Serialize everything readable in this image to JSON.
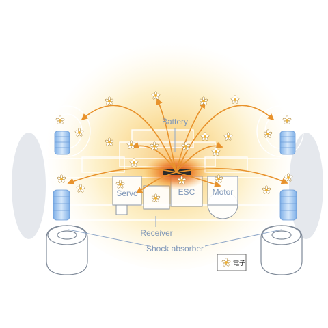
{
  "labels": {
    "battery": "Battery",
    "servo": "Servo",
    "esc": "ESC",
    "motor": "Motor",
    "receiver": "Receiver",
    "shock_absorber": "Shock absorber"
  },
  "legend": {
    "text": "電子",
    "icon": "electron-flower-icon"
  },
  "colors": {
    "glow": "#fbe59c",
    "arrow": "#e8922c",
    "core": "#d4541c",
    "line": "#8fa7c8",
    "spring": "#9cc3ee"
  }
}
